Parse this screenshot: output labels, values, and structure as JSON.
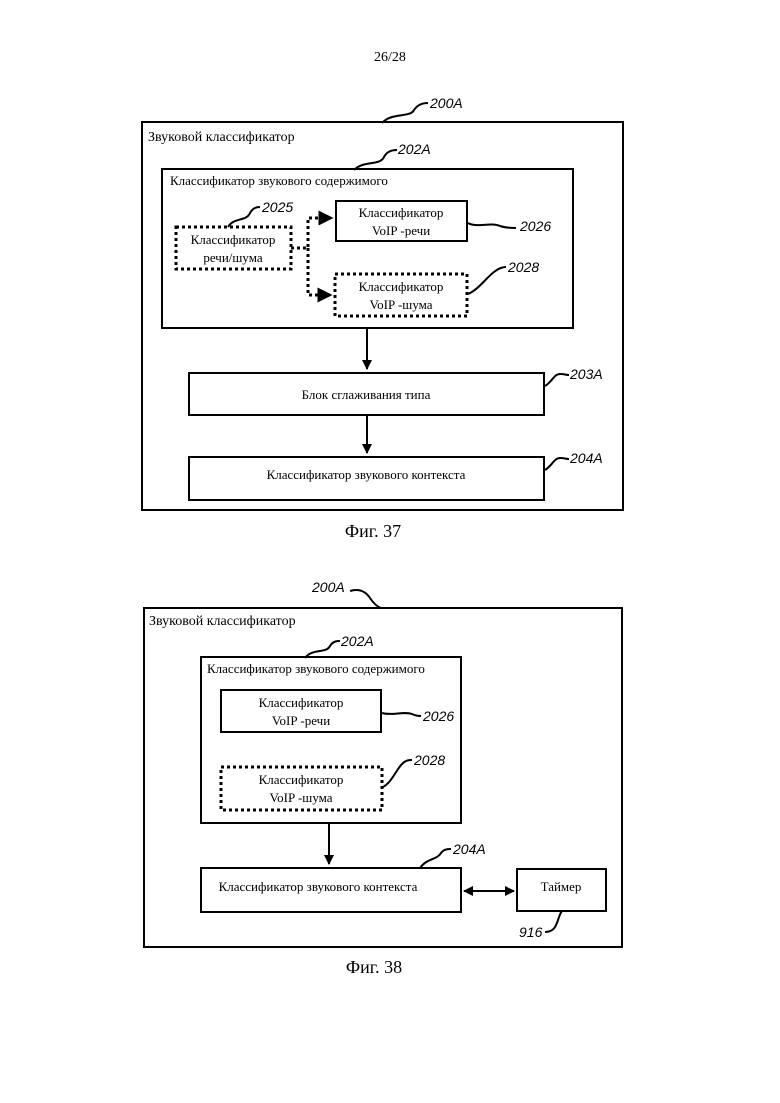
{
  "page_number": "26/28",
  "fig37": {
    "caption": "Фиг. 37",
    "outer": {
      "label": "Звуковой классификатор",
      "ref": "200A"
    },
    "content": {
      "label": "Классификатор звукового содержимого",
      "ref": "202A"
    },
    "speech_noise": {
      "line1": "Классификатор",
      "line2": "речи/шума",
      "ref": "2025"
    },
    "voip_speech": {
      "line1": "Классификатор",
      "line2": "VoIP -речи",
      "ref": "2026"
    },
    "voip_noise": {
      "line1": "Классификатор",
      "line2": "VoIP -шума",
      "ref": "2028"
    },
    "smoothing": {
      "label": "Блок сглаживания типа",
      "ref": "203A"
    },
    "context": {
      "label": "Классификатор звукового контекста",
      "ref": "204A"
    }
  },
  "fig38": {
    "caption": "Фиг. 38",
    "outer": {
      "label": "Звуковой классификатор",
      "ref": "200A"
    },
    "content": {
      "label": "Классификатор звукового содержимого",
      "ref": "202A"
    },
    "voip_speech": {
      "line1": "Классификатор",
      "line2": "VoIP -речи",
      "ref": "2026"
    },
    "voip_noise": {
      "line1": "Классификатор",
      "line2": "VoIP -шума",
      "ref": "2028"
    },
    "context": {
      "label": "Классификатор звукового контекста",
      "ref": "204A"
    },
    "timer": {
      "label": "Таймер",
      "ref": "916"
    }
  }
}
